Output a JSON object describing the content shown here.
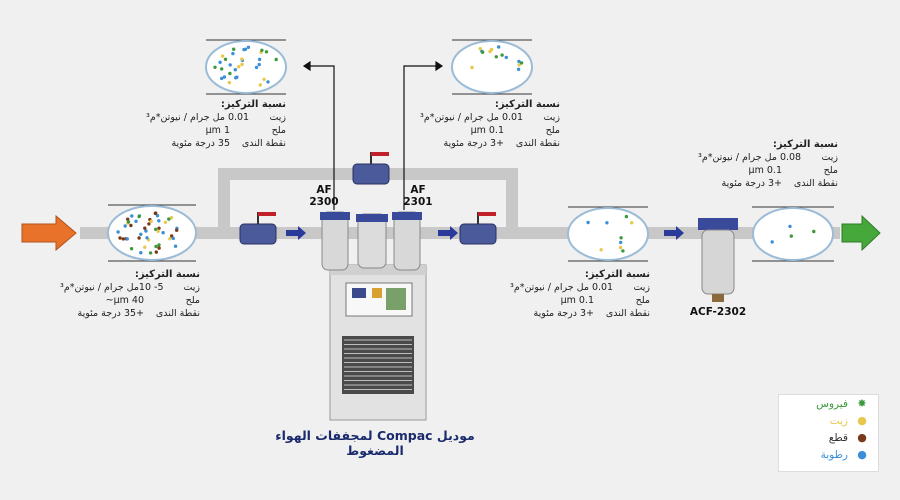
{
  "specs": {
    "inlet": {
      "title": "نسبة التركيز:",
      "rows": [
        [
          "زيت",
          "5- 10مل جرام / نيوتن*م³"
        ],
        [
          "ملح",
          "μm 40~"
        ],
        [
          "نقطة الندى",
          "+35 درجة مئوية"
        ]
      ]
    },
    "af2300": {
      "title": "نسبة التركيز:",
      "rows": [
        [
          "زيت",
          "0.01 مل جرام / نيوتن*م³"
        ],
        [
          "ملح",
          "μm 1"
        ],
        [
          "نقطة الندى",
          "35 درجة مئوية"
        ]
      ]
    },
    "af2301": {
      "title": "نسبة التركيز:",
      "rows": [
        [
          "زيت",
          "0.01 مل جرام / نيوتن*م³"
        ],
        [
          "ملح",
          "μm 0.1"
        ],
        [
          "نقطة الندى",
          "+3 درجة مئوية"
        ]
      ]
    },
    "after_dryer": {
      "title": "نسبة التركيز:",
      "rows": [
        [
          "زيت",
          "0.01 مل جرام / نيوتن*م³"
        ],
        [
          "ملح",
          "μm 0.1"
        ],
        [
          "نقطة الندى",
          "+3 درجة مئوية"
        ]
      ]
    },
    "outlet": {
      "title": "نسبة التركيز:",
      "rows": [
        [
          "زيت",
          "0.08 مل جرام / نيوتن*م³"
        ],
        [
          "ملح",
          "0.1 μm"
        ],
        [
          "نقطة الندى",
          "+3 درجة مئوية"
        ]
      ]
    }
  },
  "labels": {
    "af2300": "AF\n2300",
    "af2301": "AF\n2301",
    "acf2302": "ACF-2302"
  },
  "caption": "موديل Compac لمجففات الهواء المضغوط",
  "legend": [
    {
      "label": "فيروس",
      "icon": "virus-icon",
      "color": "#3c9a3c"
    },
    {
      "label": "زيت",
      "icon": "oil-icon",
      "color": "#e8c84a"
    },
    {
      "label": "قطع",
      "icon": "particle-icon",
      "color": "#7a3a1a"
    },
    {
      "label": "رطوبة",
      "icon": "moisture-icon",
      "color": "#3a8fd8"
    }
  ],
  "colors": {
    "inlet_arrow": "#e8722a",
    "outlet_arrow": "#46a83a",
    "pipe": "#c8c8c8",
    "valve": "#c0202a",
    "flow_arrow": "#2a3a9a"
  }
}
